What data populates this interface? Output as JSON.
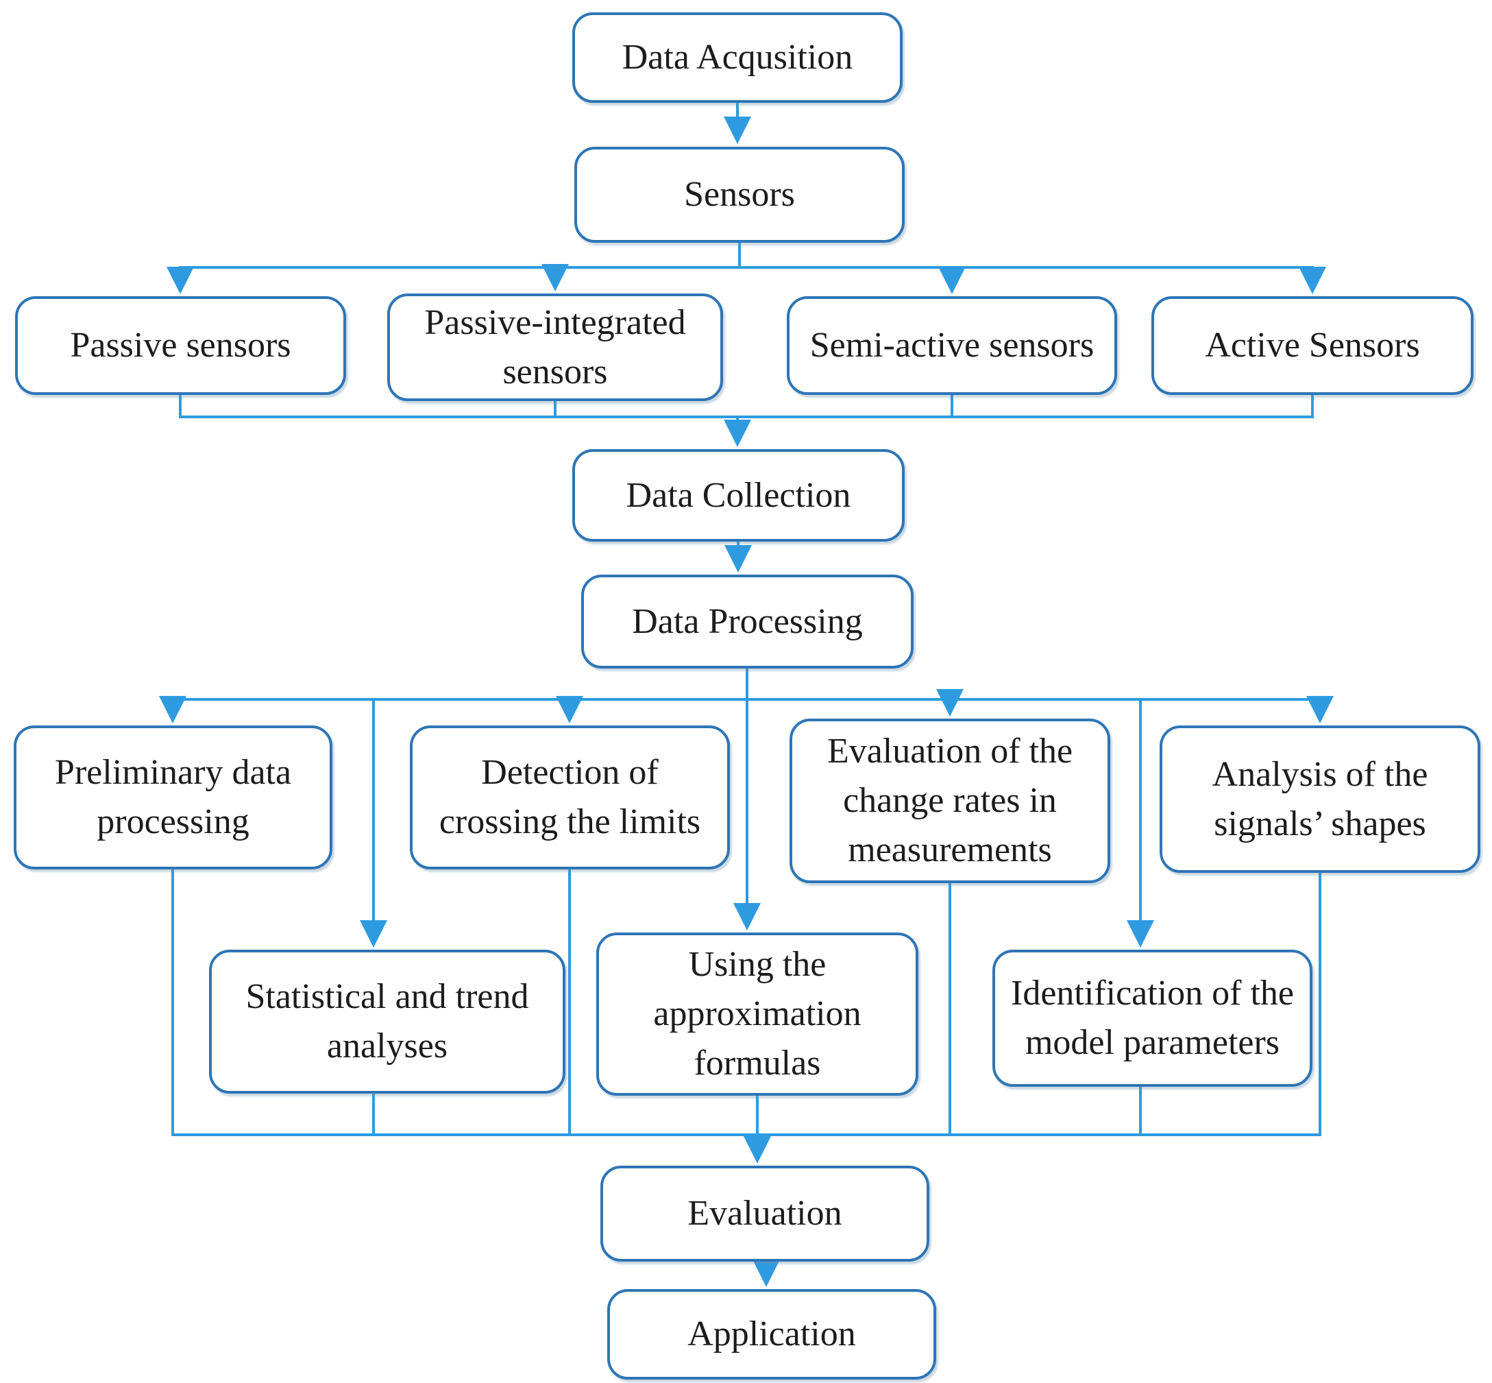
{
  "diagram": {
    "colors": {
      "box_border": "#2e75b5",
      "box_fill": "#ffffff",
      "connector": "#2e9be0",
      "text": "#1c1c1c"
    },
    "nodes": {
      "data_acquisition": {
        "label": "Data Acqusition"
      },
      "sensors": {
        "label": "Sensors"
      },
      "passive": {
        "label": "Passive sensors"
      },
      "passive_integrated": {
        "label": "Passive-integrated sensors"
      },
      "semi_active": {
        "label": "Semi-active sensors"
      },
      "active": {
        "label": "Active Sensors"
      },
      "data_collection": {
        "label": "Data Collection"
      },
      "data_processing": {
        "label": "Data Processing"
      },
      "preliminary": {
        "label": "Preliminary data processing"
      },
      "detection": {
        "label": "Detection of crossing the limits"
      },
      "eval_change": {
        "label": "Evaluation of the change rates in measurements"
      },
      "analysis_shapes": {
        "label": "Analysis of the signals’ shapes"
      },
      "statistical": {
        "label": "Statistical and trend analyses"
      },
      "using_approx": {
        "label": "Using the approximation formulas"
      },
      "identification": {
        "label": "Identification of the model parameters"
      },
      "evaluation": {
        "label": "Evaluation"
      },
      "application": {
        "label": "Application"
      }
    },
    "connections": [
      {
        "from": "Data Acqusition",
        "to": "Sensors"
      },
      {
        "from": "Sensors",
        "to": "Passive sensors"
      },
      {
        "from": "Sensors",
        "to": "Passive-integrated sensors"
      },
      {
        "from": "Sensors",
        "to": "Semi-active sensors"
      },
      {
        "from": "Sensors",
        "to": "Active Sensors"
      },
      {
        "from": "Passive sensors",
        "to": "Data Collection"
      },
      {
        "from": "Passive-integrated sensors",
        "to": "Data Collection"
      },
      {
        "from": "Semi-active sensors",
        "to": "Data Collection"
      },
      {
        "from": "Active Sensors",
        "to": "Data Collection"
      },
      {
        "from": "Data Collection",
        "to": "Data Processing"
      },
      {
        "from": "Data Processing",
        "to": "Preliminary data processing"
      },
      {
        "from": "Data Processing",
        "to": "Detection of crossing the limits"
      },
      {
        "from": "Data Processing",
        "to": "Evaluation of the change rates in measurements"
      },
      {
        "from": "Data Processing",
        "to": "Analysis of the signals’ shapes"
      },
      {
        "from": "Data Processing",
        "to": "Statistical and trend analyses"
      },
      {
        "from": "Data Processing",
        "to": "Using the approximation formulas"
      },
      {
        "from": "Data Processing",
        "to": "Identification of the model parameters"
      },
      {
        "from": "Preliminary data processing",
        "to": "Evaluation"
      },
      {
        "from": "Detection of crossing the limits",
        "to": "Evaluation"
      },
      {
        "from": "Evaluation of the change rates in measurements",
        "to": "Evaluation"
      },
      {
        "from": "Analysis of the signals’ shapes",
        "to": "Evaluation"
      },
      {
        "from": "Statistical and trend analyses",
        "to": "Evaluation"
      },
      {
        "from": "Using the approximation formulas",
        "to": "Evaluation"
      },
      {
        "from": "Identification of the model parameters",
        "to": "Evaluation"
      },
      {
        "from": "Evaluation",
        "to": "Application"
      }
    ]
  }
}
